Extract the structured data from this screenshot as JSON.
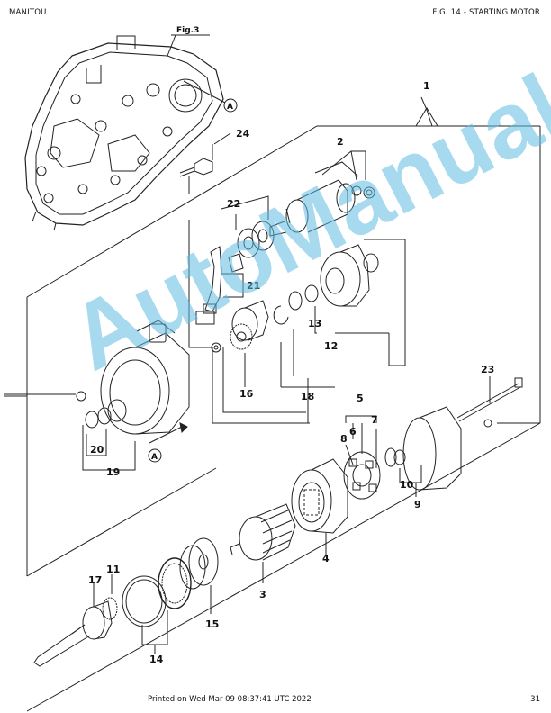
{
  "header": {
    "brand": "MANITOU",
    "title": "FIG. 14 - STARTING MOTOR"
  },
  "footer": {
    "printed": "Printed on  Wed Mar 09 08:37:41 UTC 2022",
    "page": "31"
  },
  "watermark": "AutoManual",
  "figure_ref": "Fig.3",
  "callouts": [
    "1",
    "2",
    "3",
    "4",
    "5",
    "6",
    "7",
    "8",
    "9",
    "10",
    "11",
    "12",
    "13",
    "14",
    "15",
    "16",
    "17",
    "18",
    "19",
    "20",
    "21",
    "22",
    "23",
    "24",
    "A",
    "A"
  ]
}
